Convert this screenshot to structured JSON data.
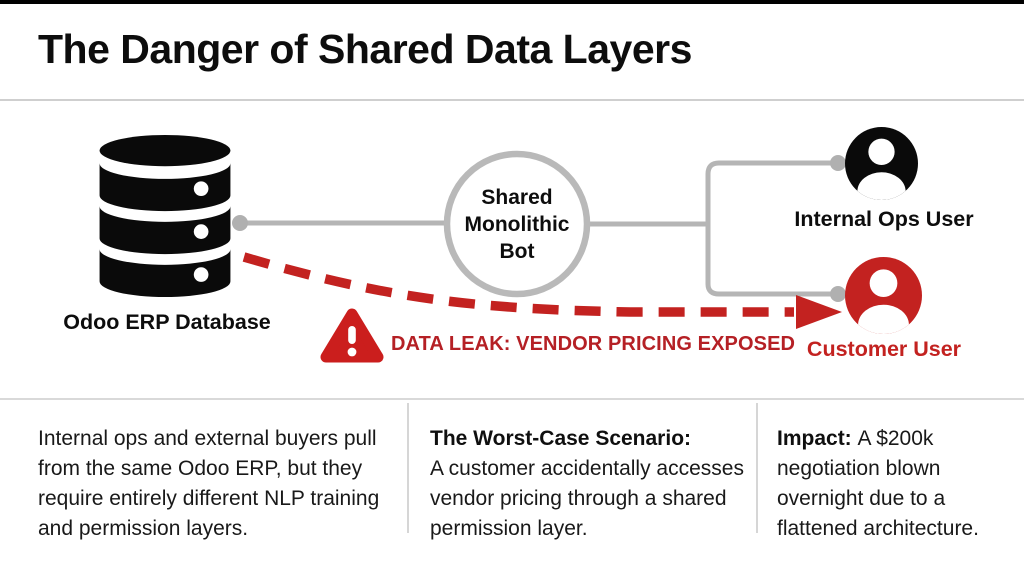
{
  "page": {
    "title": "The Danger of Shared Data Layers"
  },
  "colors": {
    "accent_red": "#c32220",
    "leak_text_red": "#b52025",
    "line_gray": "#b5b5b5",
    "divider_gray": "#d6d6d6",
    "ink_black": "#141414"
  },
  "icons": {
    "database": "database-icon",
    "warning": "warning-triangle-icon",
    "internal_user": "person-circle-icon",
    "customer_user": "person-circle-icon"
  },
  "diagram": {
    "database": {
      "label": "Odoo ERP Database"
    },
    "bot": {
      "lines": [
        "Shared",
        "Monolithic",
        "Bot"
      ]
    },
    "users": [
      {
        "label": "Internal Ops User",
        "color": "#0d0d0d"
      },
      {
        "label": "Customer User",
        "color": "#c32220"
      }
    ],
    "leak": {
      "label": "DATA LEAK: VENDOR PRICING EXPOSED"
    }
  },
  "footer": {
    "columns": [
      {
        "lead": "",
        "text": "Internal ops and external buyers pull from the same Odoo ERP, but they require entirely different NLP training and permission layers."
      },
      {
        "lead": "The Worst-Case Scenario:",
        "text": "A customer accidentally accesses vendor pricing through a shared permission layer."
      },
      {
        "lead": "Impact: ",
        "text": "A $200k negotiation blown overnight due to a flattened architecture."
      }
    ]
  }
}
